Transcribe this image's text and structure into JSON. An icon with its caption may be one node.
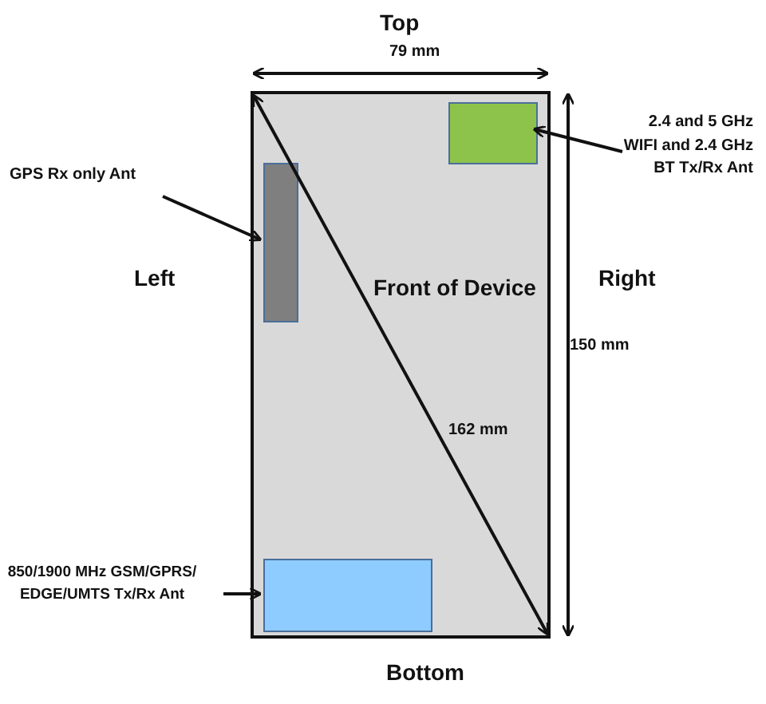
{
  "diagram": {
    "nodes": [
      {
        "text": [
          "Front of Device"
        ]
      },
      {
        "text": [],
        "shape": "box",
        "in": 0
      },
      {
        "text": [],
        "shape": "box",
        "in": 0
      },
      {
        "text": [],
        "shape": "box",
        "in": 0
      },
      {
        "text": [
          "GPS Rx only Ant"
        ]
      },
      {
        "text": [
          "2.4 and 5 GHz WIFI and 2.4 GHz BT Tx/Rx Ant"
        ]
      },
      {
        "text": [
          "850/1900 MHz GSM/GPRS/ EDGE/UMTS Tx/Rx Ant"
        ]
      }
    ],
    "edges": [
      {
        "from": 4,
        "to": 1,
        "arrow": "to"
      },
      {
        "from": 5,
        "to": 2,
        "arrow": "to"
      },
      {
        "from": 6,
        "to": 3,
        "arrow": "to"
      }
    ],
    "labels": [
      "Top",
      "79 mm",
      "Left",
      "Right",
      "150 mm",
      "162 mm",
      "Bottom"
    ]
  }
}
